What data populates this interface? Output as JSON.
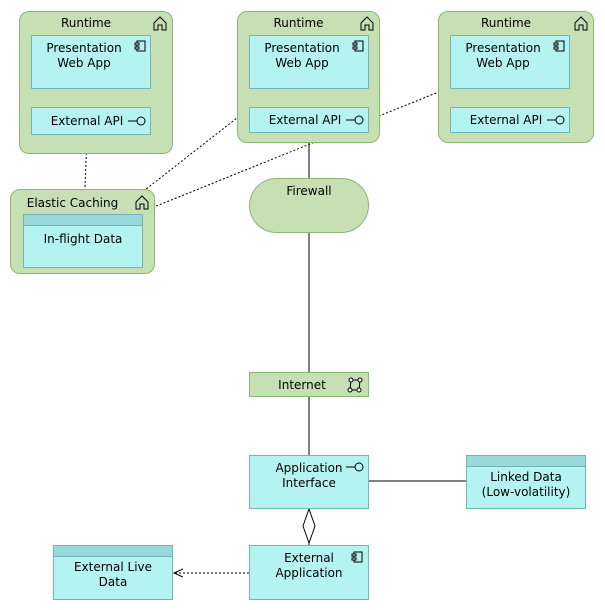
{
  "runtimes": [
    {
      "title": "Runtime",
      "component": "Presentation\nWeb App",
      "api": "External API"
    },
    {
      "title": "Runtime",
      "component": "Presentation\nWeb App",
      "api": "External API"
    },
    {
      "title": "Runtime",
      "component": "Presentation\nWeb App",
      "api": "External API"
    }
  ],
  "cache": {
    "title": "Elastic Caching",
    "data": "In-flight Data"
  },
  "firewall": "Firewall",
  "internet": "Internet",
  "app_interface": "Application\nInterface",
  "linked_data": "Linked Data\n(Low-volatility)",
  "external_app": "External\nApplication",
  "external_live": "External Live\nData",
  "colors": {
    "node_fill": "#c6e0b4",
    "app_fill": "#b5f3f3",
    "line": "#000000"
  }
}
